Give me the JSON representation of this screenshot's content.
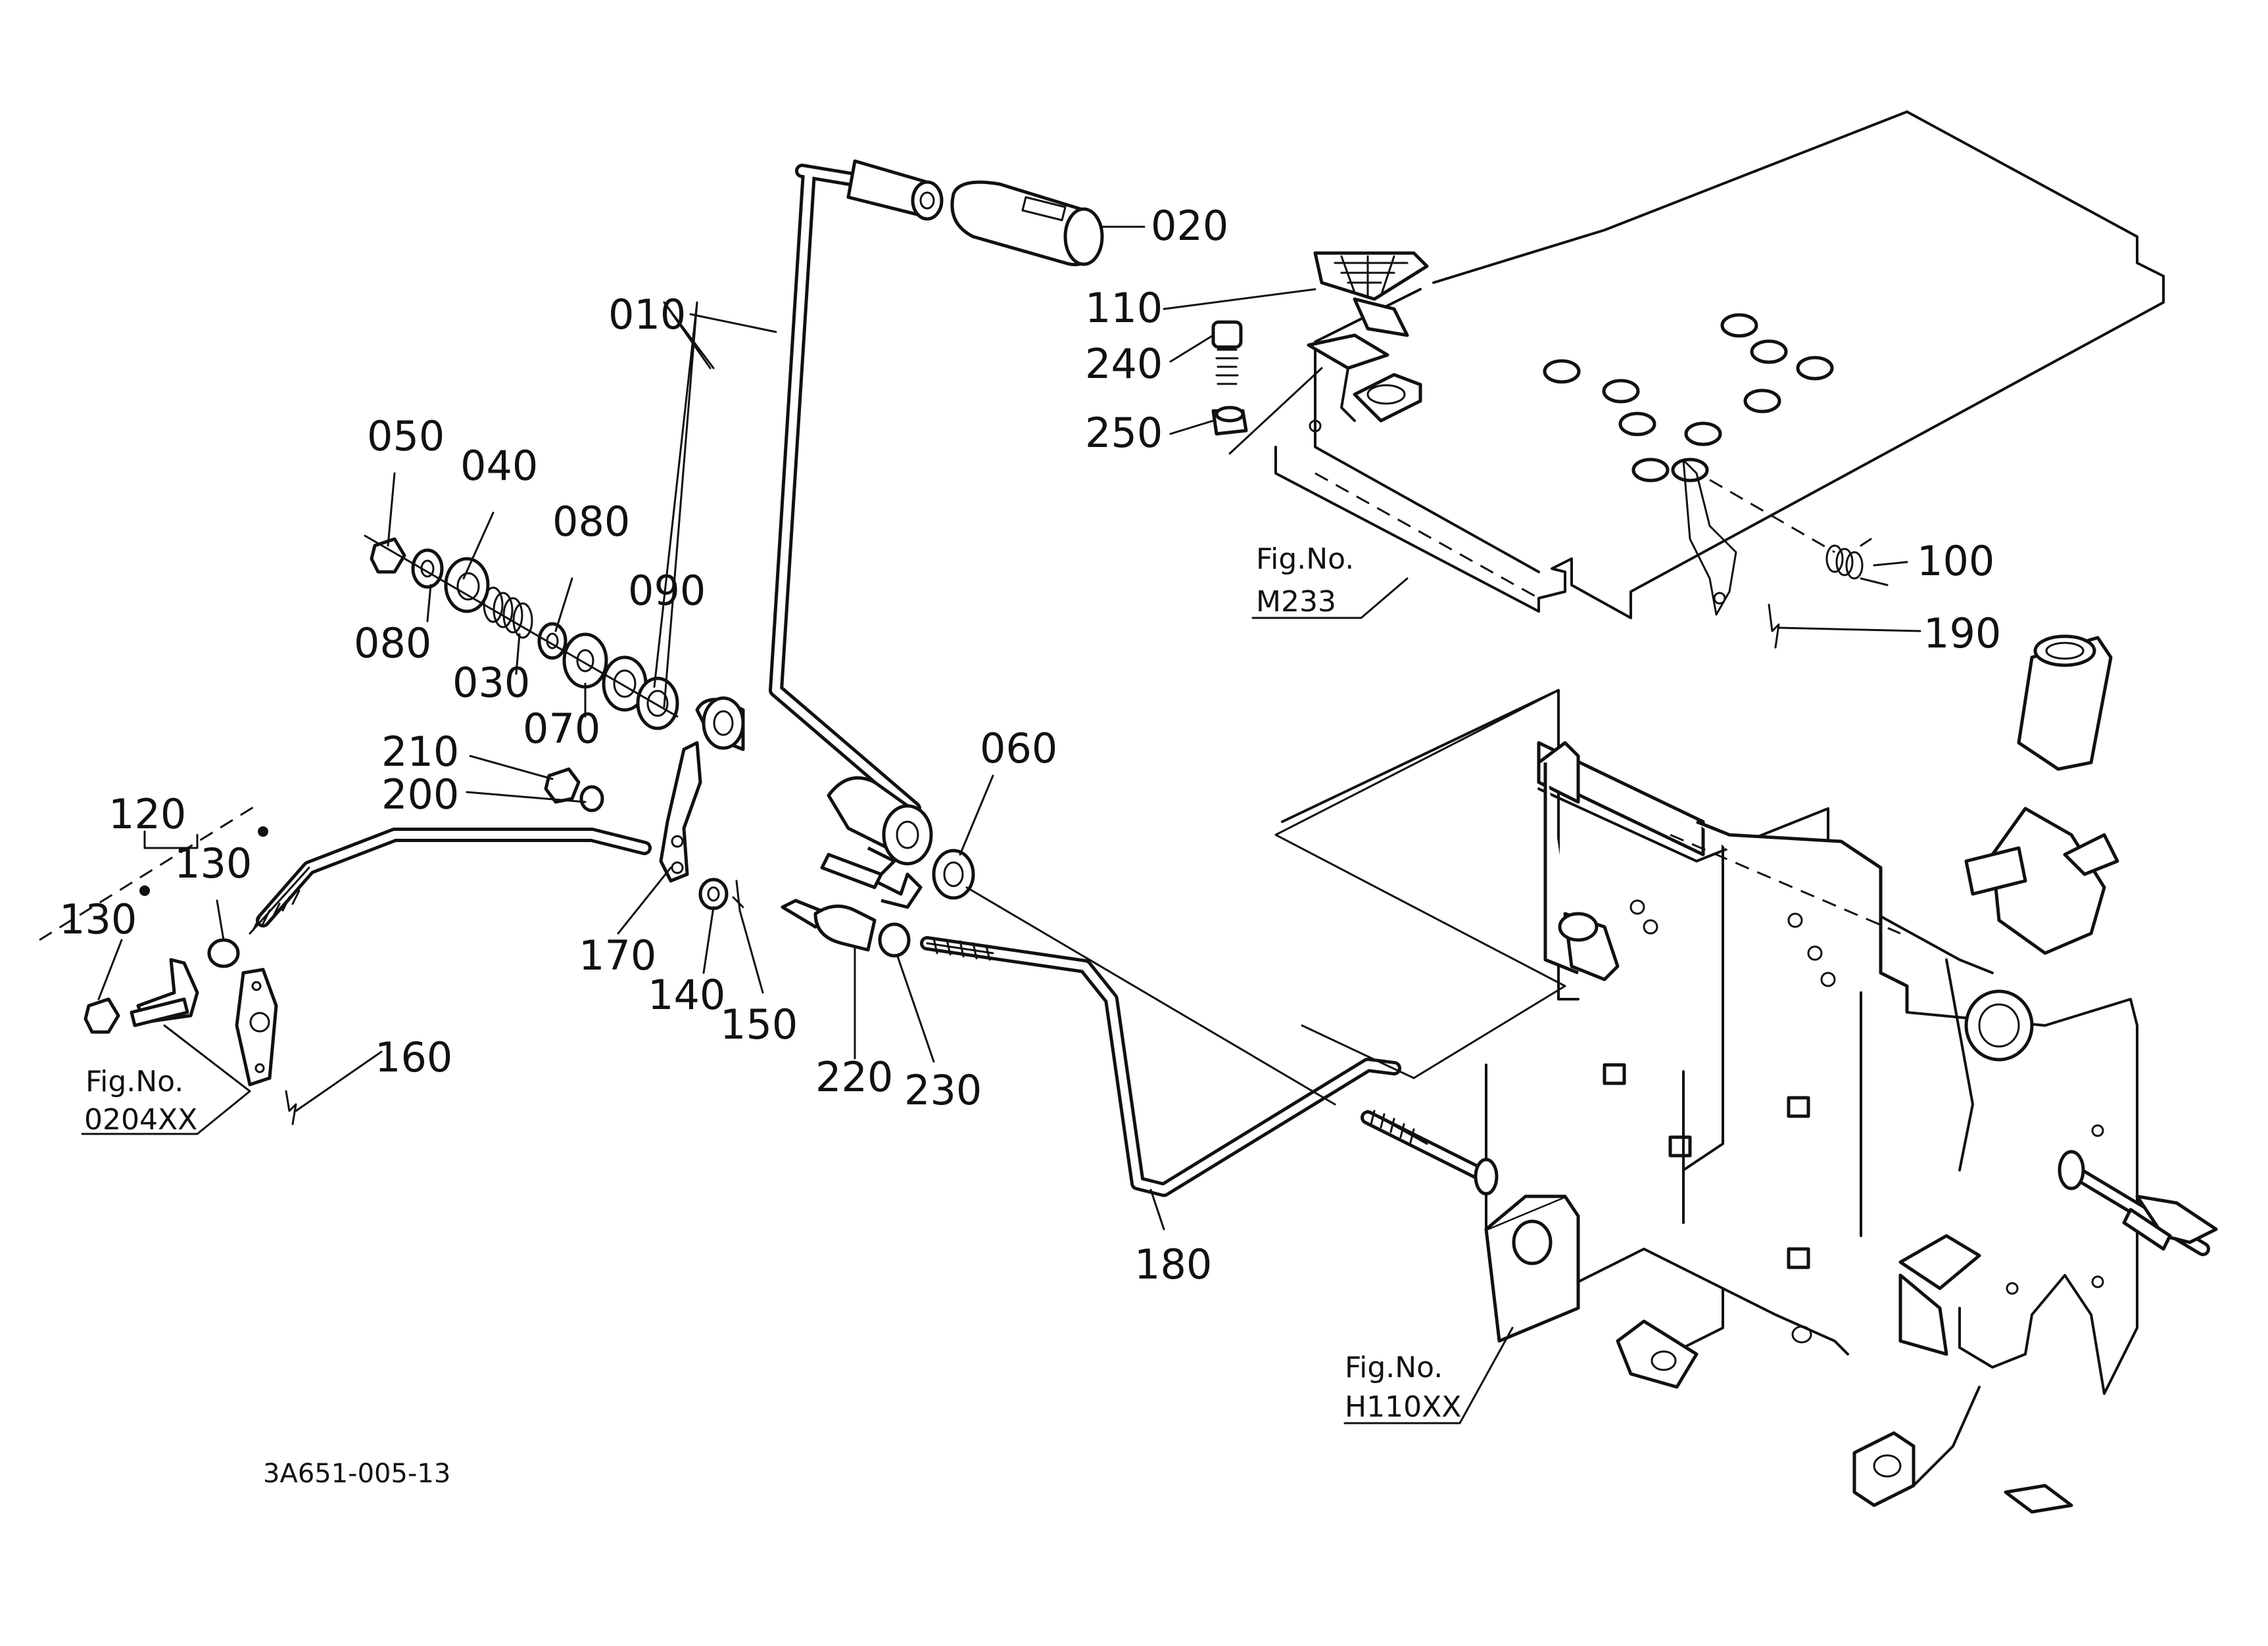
{
  "callouts": [
    {
      "id": "c010",
      "label": "010"
    },
    {
      "id": "c020",
      "label": "020"
    },
    {
      "id": "c030",
      "label": "030"
    },
    {
      "id": "c040",
      "label": "040"
    },
    {
      "id": "c050",
      "label": "050"
    },
    {
      "id": "c060",
      "label": "060"
    },
    {
      "id": "c070",
      "label": "070"
    },
    {
      "id": "c080a",
      "label": "080"
    },
    {
      "id": "c080b",
      "label": "080"
    },
    {
      "id": "c090",
      "label": "090"
    },
    {
      "id": "c100",
      "label": "100"
    },
    {
      "id": "c110",
      "label": "110"
    },
    {
      "id": "c120",
      "label": "120"
    },
    {
      "id": "c130a",
      "label": "130"
    },
    {
      "id": "c130b",
      "label": "130"
    },
    {
      "id": "c140",
      "label": "140"
    },
    {
      "id": "c150",
      "label": "150"
    },
    {
      "id": "c160",
      "label": "160"
    },
    {
      "id": "c170",
      "label": "170"
    },
    {
      "id": "c180",
      "label": "180"
    },
    {
      "id": "c190",
      "label": "190"
    },
    {
      "id": "c200",
      "label": "200"
    },
    {
      "id": "c210",
      "label": "210"
    },
    {
      "id": "c220",
      "label": "220"
    },
    {
      "id": "c230",
      "label": "230"
    },
    {
      "id": "c240",
      "label": "240"
    },
    {
      "id": "c250",
      "label": "250"
    }
  ],
  "figure_refs": {
    "m233": {
      "caption": "Fig.No.",
      "number": "M233"
    },
    "f0204": {
      "caption": "Fig.No.",
      "number": "0204XX"
    },
    "h110": {
      "caption": "Fig.No.",
      "number": "H110XX"
    }
  },
  "drawing_code": "3A651-005-13"
}
